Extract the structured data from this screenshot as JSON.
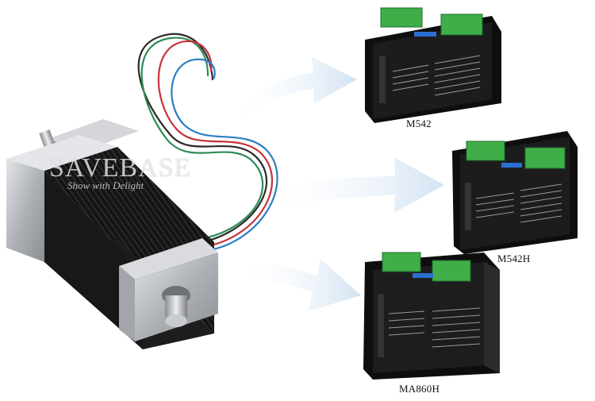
{
  "watermark": {
    "brand": "SAVEBASE",
    "tagline": "Show with Delight"
  },
  "products": [
    {
      "model": "M542"
    },
    {
      "model": "M542H"
    },
    {
      "model": "MA860H"
    }
  ],
  "colors": {
    "arrow": "#dbe7f4",
    "driver_body": "#161616",
    "terminal_green": "#3fae49",
    "motor_housing": "#b9bcc0",
    "motor_body": "#1a1a1a"
  }
}
